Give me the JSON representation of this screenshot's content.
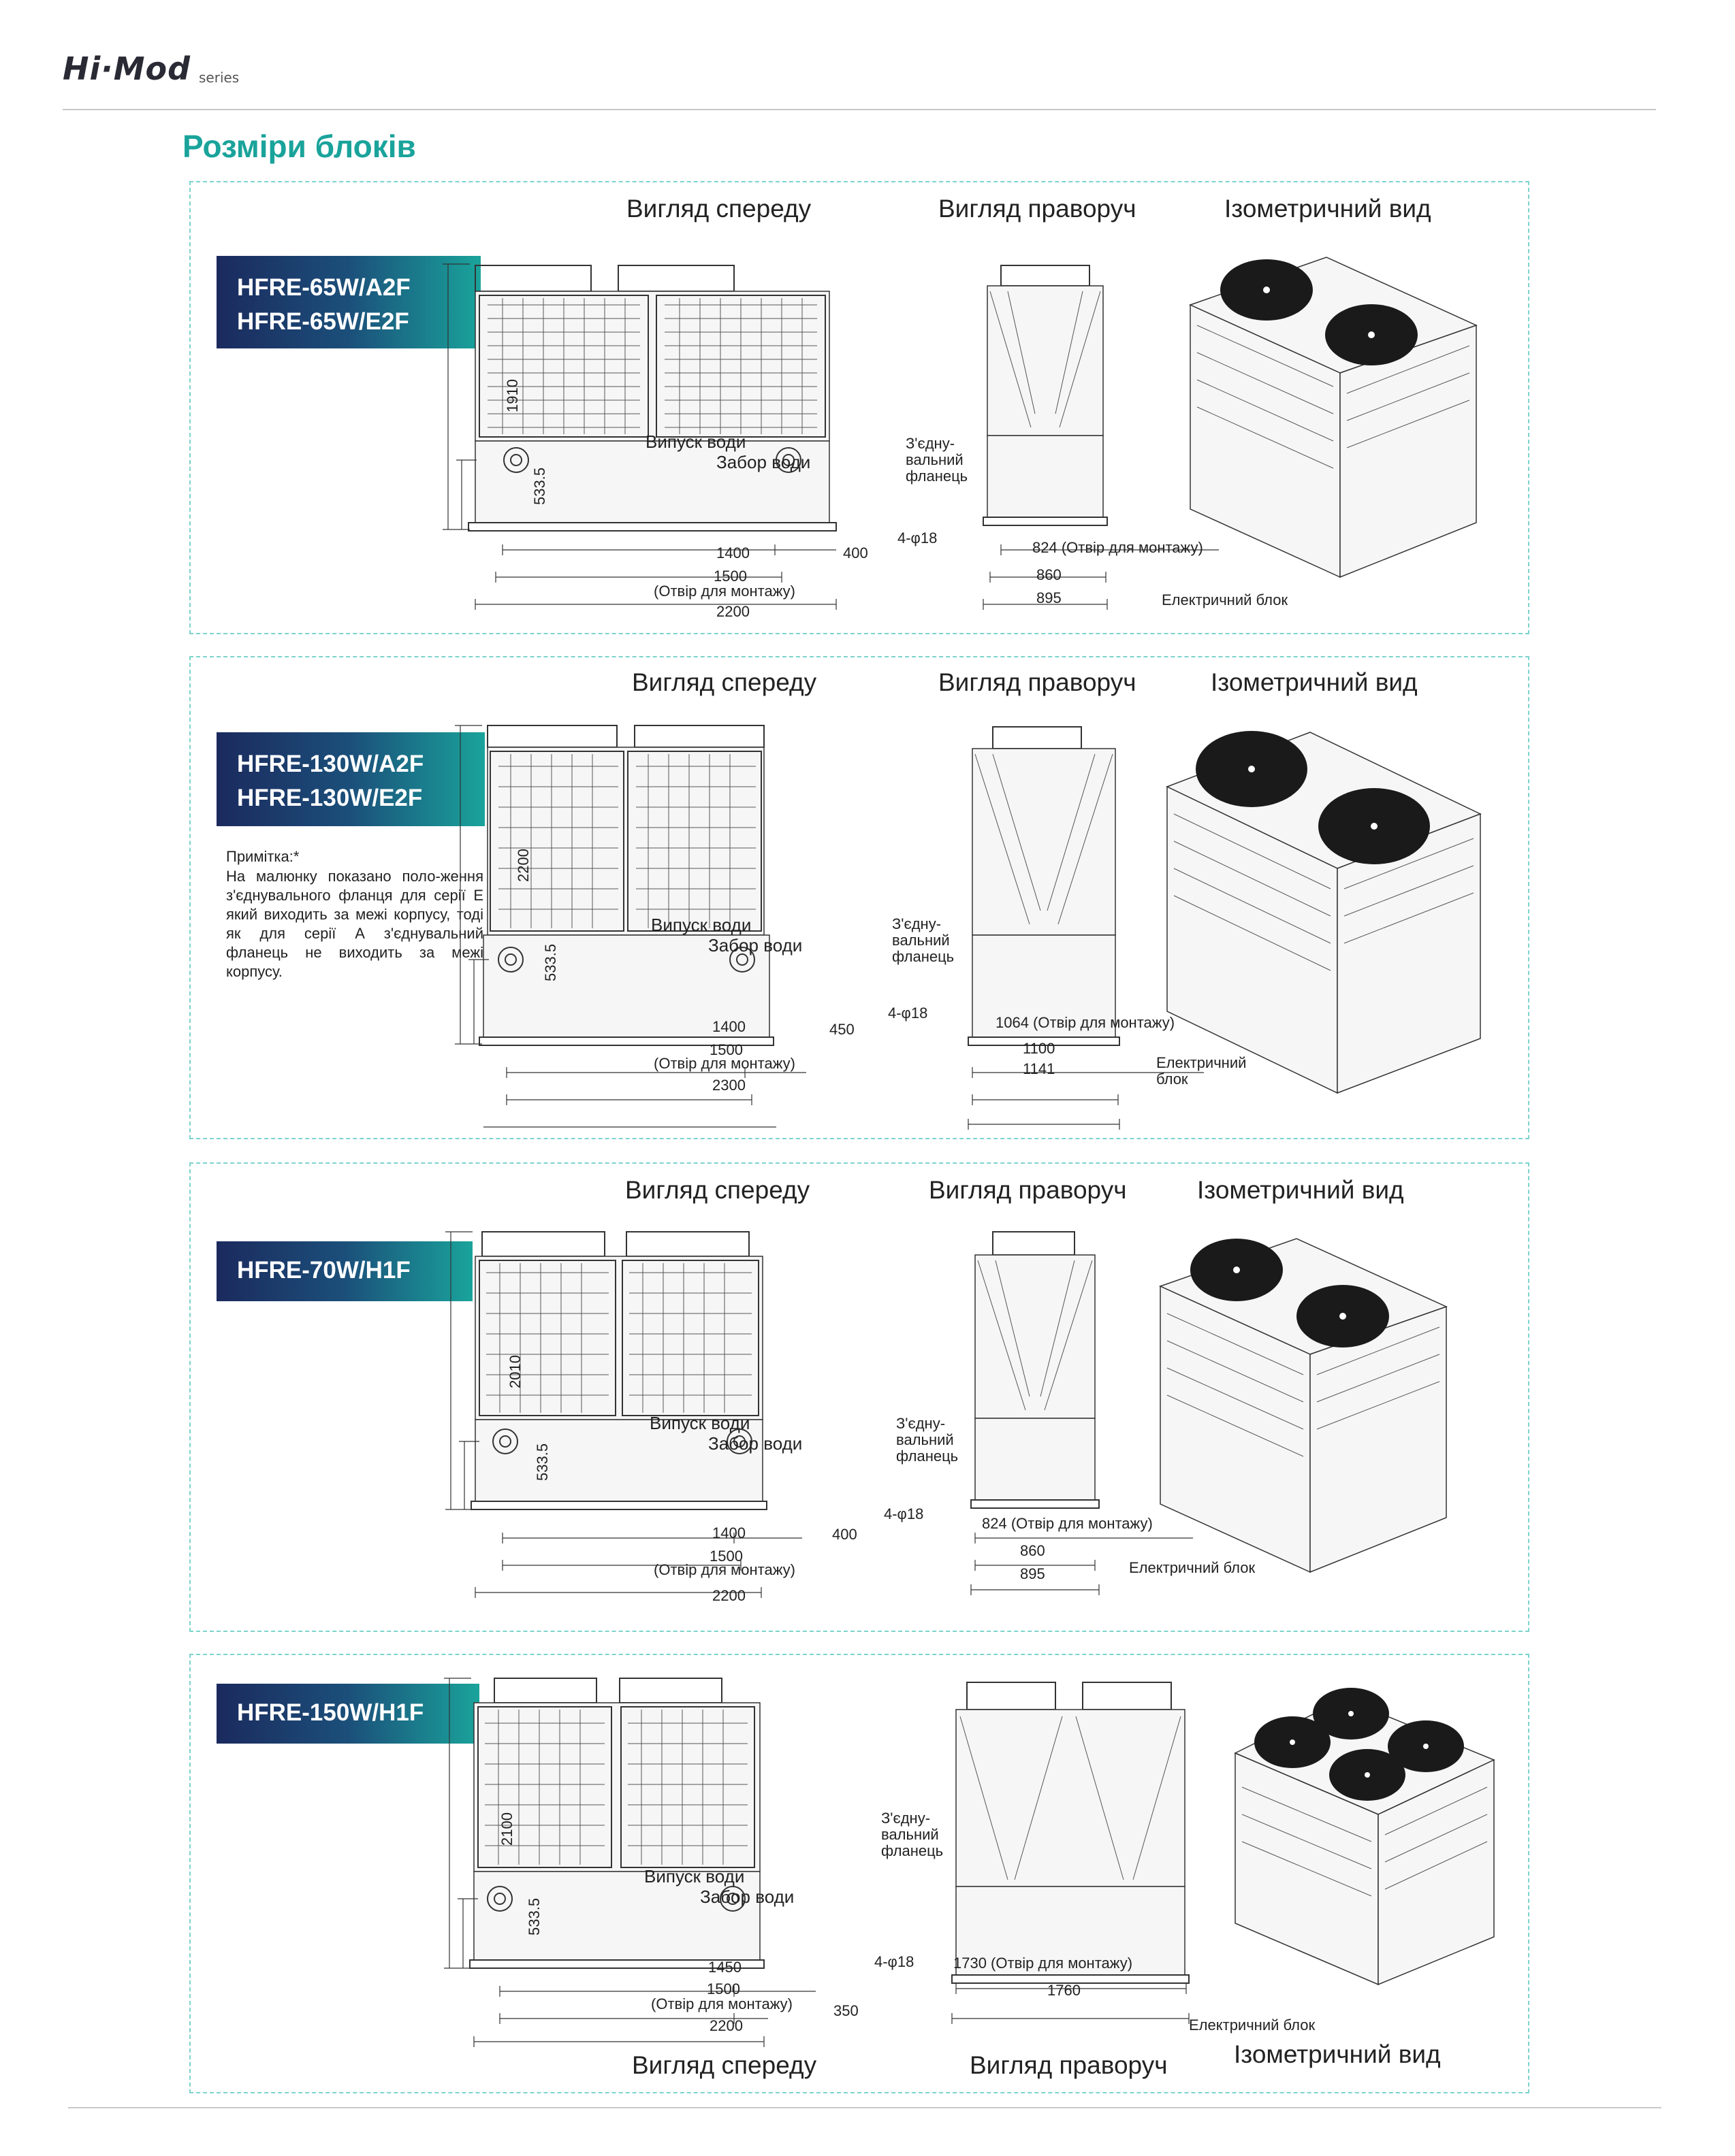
{
  "header": {
    "logo": "Hi·Mod",
    "series": "series",
    "title": "Розміри блоків"
  },
  "labels": {
    "front": "Вигляд спереду",
    "right": "Вигляд праворуч",
    "iso": "Ізометричний вид",
    "water_out": "Випуск води",
    "water_in": "Забор води",
    "flange_1": "З'єдну-",
    "flange_2": "вальний",
    "flange_3": "фланець",
    "elec_box": "Електричний блок",
    "elec_1": "Електричний",
    "elec_2": "блок",
    "mount_hole": "(Отвір для монтажу)",
    "holes": "4-φ18"
  },
  "panels": [
    {
      "models": [
        "HFRE-65W/A2F",
        "HFRE-65W/E2F"
      ],
      "height": "1910",
      "inlet": "533.5",
      "spacing": "1400",
      "offset": "400",
      "mount": "1500",
      "length": "2200",
      "side_mount": "824 (Отвір для монтажу)",
      "side1": "860",
      "side2": "895"
    },
    {
      "models": [
        "HFRE-130W/A2F",
        "HFRE-130W/E2F"
      ],
      "height": "2200",
      "inlet": "533.5",
      "spacing": "1400",
      "offset": "450",
      "mount": "1500",
      "length": "2300",
      "side_mount": "1064 (Отвір для монтажу)",
      "side1": "1100",
      "side2": "1141",
      "note_title": "Примітка:*",
      "note_body": "На малюнку показано поло-ження з'єднувального фланця для серії Е який виходить за межі корпусу, тоді як для серії А з'єднувальний фланець не виходить за межі корпусу."
    },
    {
      "models": [
        "HFRE-70W/H1F"
      ],
      "height": "2010",
      "inlet": "533.5",
      "spacing": "1400",
      "offset": "400",
      "mount": "1500",
      "length": "2200",
      "side_mount": "824 (Отвір для монтажу)",
      "side1": "860",
      "side2": "895"
    },
    {
      "models": [
        "HFRE-150W/H1F"
      ],
      "height": "2100",
      "inlet": "533.5",
      "spacing": "1450",
      "offset": "350",
      "mount": "1500",
      "length": "2200",
      "side_mount": "1730 (Отвір для монтажу)",
      "side1": "1760"
    }
  ]
}
